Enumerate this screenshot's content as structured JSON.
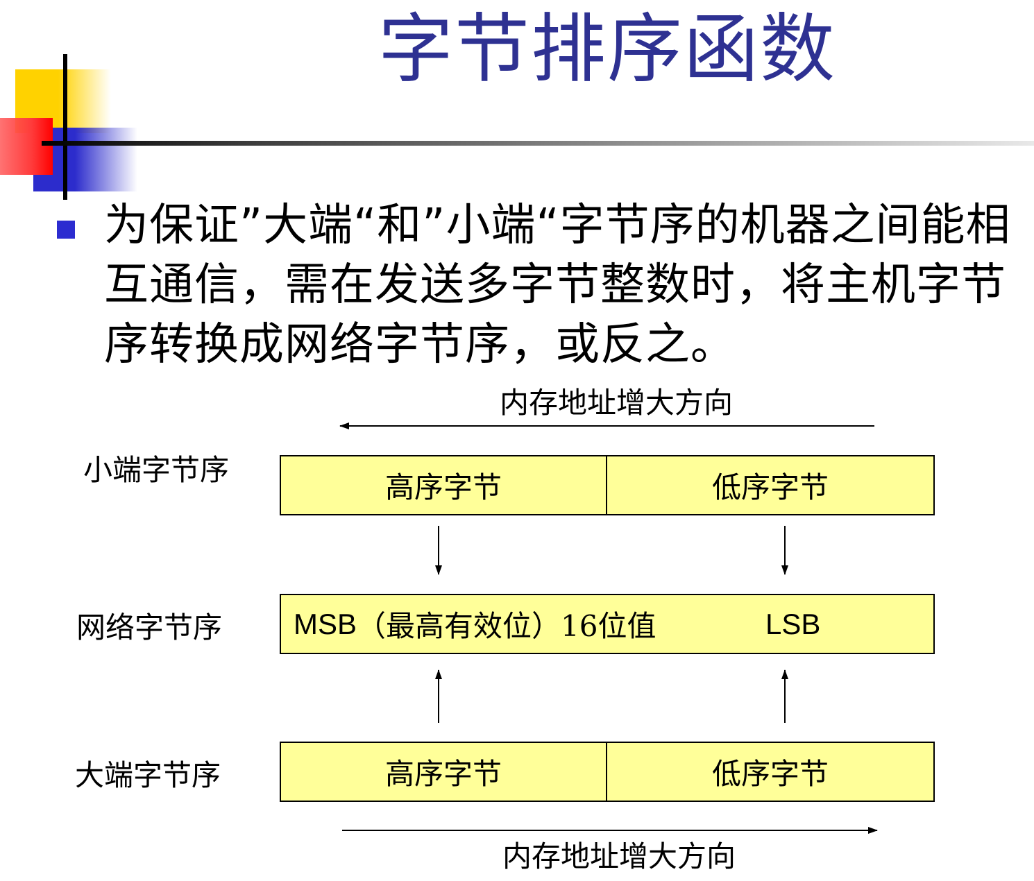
{
  "slide": {
    "title": "字节排序函数",
    "bullet": "为保证”大端“和”小端“字节序的机器之间能相互通信，需在发送多字节整数时，将主机字节序转换成网络字节序，或反之。"
  },
  "diagram": {
    "top_direction_label": "内存地址增大方向",
    "bottom_direction_label": "内存地址增大方向",
    "rows": {
      "little_endian": {
        "label": "小端字节序",
        "left_cell": "高序字节",
        "right_cell": "低序字节"
      },
      "network": {
        "label": "网络字节序",
        "msb_prefix": "MSB",
        "msb_note": "（最高有效位）",
        "value_width": "16位值",
        "lsb": "LSB"
      },
      "big_endian": {
        "label": "大端字节序",
        "left_cell": "高序字节",
        "right_cell": "低序字节"
      }
    }
  },
  "colors": {
    "title": "#2e3192",
    "bullet": "#2c2cd0",
    "box_fill": "#ffff99"
  }
}
